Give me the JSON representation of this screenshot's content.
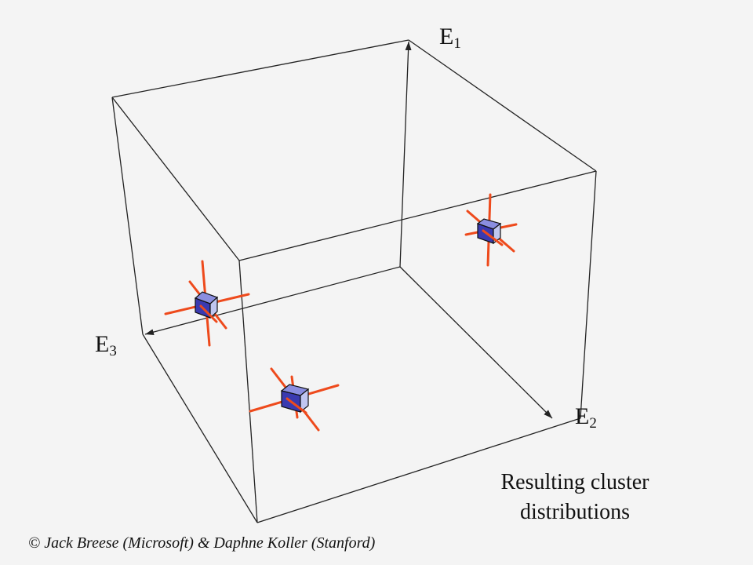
{
  "axes": [
    {
      "id": "e1",
      "letter": "E",
      "index": "1"
    },
    {
      "id": "e2",
      "letter": "E",
      "index": "2"
    },
    {
      "id": "e3",
      "letter": "E",
      "index": "3"
    }
  ],
  "caption": {
    "line1": "Resulting cluster",
    "line2": "distributions"
  },
  "copyright": "© Jack Breese (Microsoft) & Daphne Koller (Stanford)",
  "colors": {
    "background": "#f4f4f4",
    "edge": "#222222",
    "cluster_spokes": "#ee4a1c",
    "cube_front": "#c0c6f0",
    "cube_side": "#3a3ab0",
    "cube_top": "#8a8ee0"
  },
  "clusters": [
    {
      "id": "cluster-top-right"
    },
    {
      "id": "cluster-left"
    },
    {
      "id": "cluster-bottom"
    }
  ]
}
